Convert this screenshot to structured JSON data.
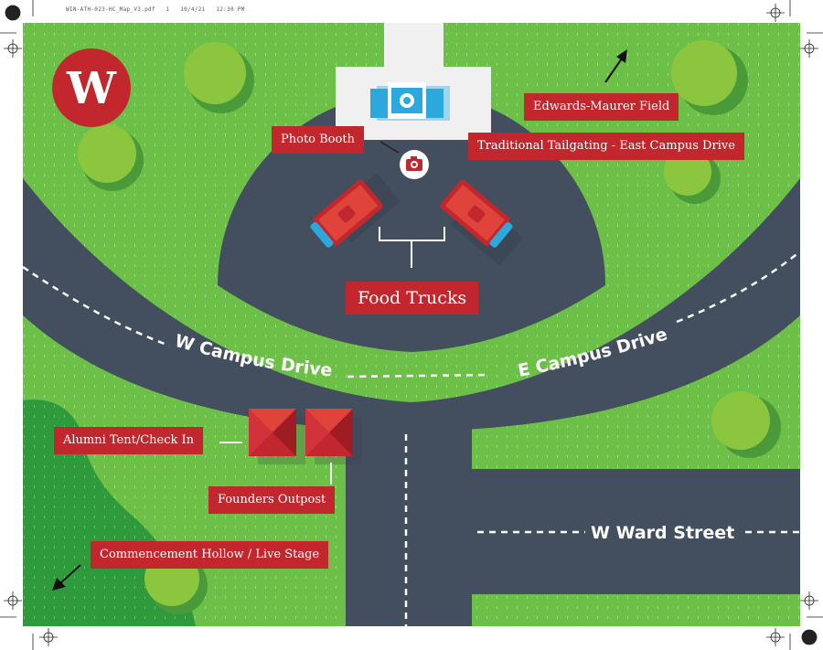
{
  "print_header": "WIN-ATH-023-HC_Map_V3.pdf   1   10/4/21   12:30 PM",
  "labels": {
    "edwards_maurer": "Edwards-Maurer Field",
    "photo_booth": "Photo Booth",
    "tailgating": "Traditional Tailgating - East Campus Drive",
    "food_trucks": "Food Trucks",
    "alumni_tent": "Alumni Tent/Check In",
    "founders_outpost": "Founders Outpost",
    "commencement": "Commencement Hollow / Live Stage"
  },
  "streets": {
    "w_campus": "W Campus Drive",
    "e_campus": "E Campus Drive",
    "w_ward": "W Ward Street"
  },
  "icons": {
    "logo": "university-w-logo",
    "photo": "camera-icon",
    "field": "stadium-field-icon",
    "arrows": [
      "arrow-north-east-icon",
      "arrow-south-west-icon"
    ]
  },
  "colors": {
    "grass": "#6cc047",
    "dark_grass": "#2f9a3b",
    "road": "#434e5f",
    "label_red": "#c1272d",
    "tree": "#8cc63f",
    "field_blue": "#2da8dc",
    "stadium_plaza": "#f0f0f0"
  }
}
